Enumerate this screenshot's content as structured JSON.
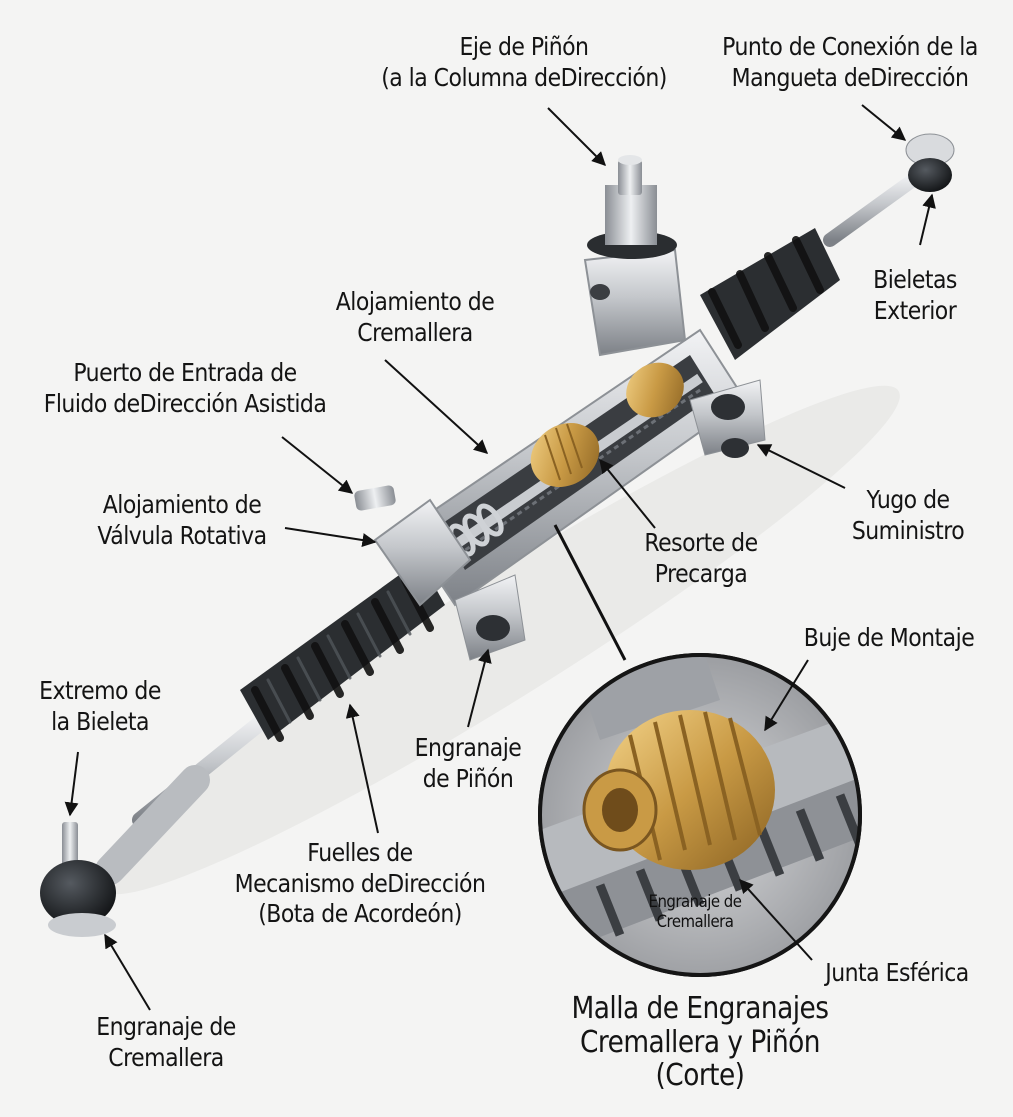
{
  "labels": {
    "pinion_shaft": [
      "Eje de Piñón",
      "(a la Columna deDirección)"
    ],
    "knuckle_point": [
      "Punto de Conexión de la",
      "Mangueta deDirección"
    ],
    "outer_tie_rod": [
      "Bieletas",
      "Exterior"
    ],
    "rack_housing": [
      "Alojamiento de",
      "Cremallera"
    ],
    "fluid_port": [
      "Puerto de Entrada de",
      "Fluido deDirección Asistida"
    ],
    "valve_housing": [
      "Alojamiento de",
      "Válvula Rotativa"
    ],
    "yoke": [
      "Yugo de",
      "Suministro"
    ],
    "preload_spring": [
      "Resorte de",
      "Precarga"
    ],
    "mount_bushing": [
      "Buje de Montaje"
    ],
    "tie_rod_end": [
      "Extremo de",
      "la Bieleta"
    ],
    "pinion_gear": [
      "Engranaje",
      "de Piñón"
    ],
    "bellows": [
      "Fuelles de",
      "Mecanismo deDirección",
      "(Bota de Acordeón)"
    ],
    "rack_gear_inset": [
      "Engranaje de",
      "Cremallera"
    ],
    "ball_joint": [
      "Junta Esférica"
    ],
    "rack_gear": [
      "Engranaje de",
      "Cremallera"
    ],
    "inset_title": [
      "Malla de Engranajes",
      "Cremallera y Piñón",
      "(Corte)"
    ]
  },
  "colors": {
    "background": "#f4f4f3",
    "metal": "#c4c7cb",
    "metal_dark": "#7d8187",
    "rubber": "#26292c",
    "brass": "#c99a45",
    "text": "#141414"
  }
}
